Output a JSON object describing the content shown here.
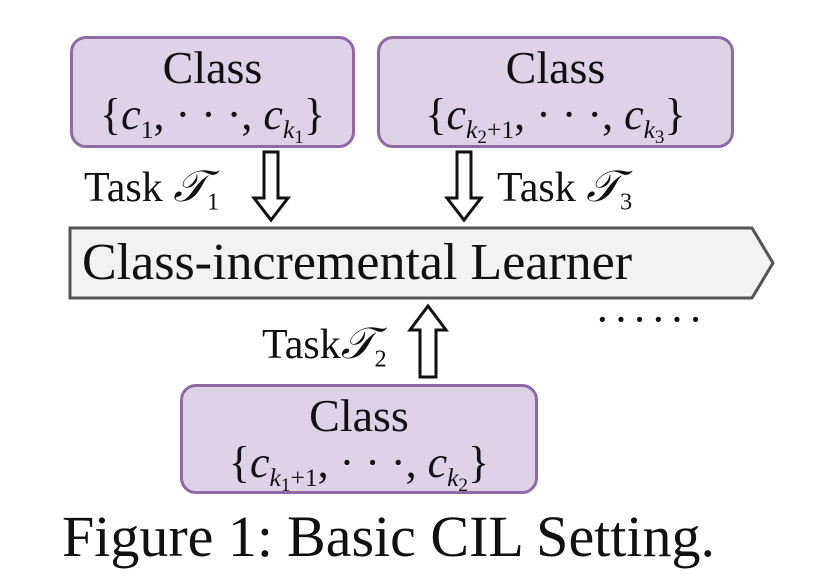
{
  "classes": [
    {
      "title": "Class",
      "from": "c",
      "from_sub": "1",
      "from_subsub": "",
      "from_plus": "",
      "dots": "· · ·",
      "to": "c",
      "to_sub": "k",
      "to_subsub": "1"
    },
    {
      "title": "Class",
      "from": "c",
      "from_sub": "k",
      "from_subsub": "2",
      "from_plus": "+1",
      "dots": "· · ·",
      "to": "c",
      "to_sub": "k",
      "to_subsub": "3"
    },
    {
      "title": "Class",
      "from": "c",
      "from_sub": "k",
      "from_subsub": "1",
      "from_plus": "+1",
      "dots": "· · ·",
      "to": "c",
      "to_sub": "k",
      "to_subsub": "2"
    }
  ],
  "tasks": [
    {
      "label": "Task",
      "symbol": "𝒯",
      "index": "1"
    },
    {
      "label": "Task",
      "symbol": "𝒯",
      "index": "3"
    },
    {
      "label": "Task",
      "symbol": "𝒯",
      "index": "2"
    }
  ],
  "learner": {
    "label": "Class-incremental Learner"
  },
  "ellipsis": "······",
  "caption": {
    "label": "Figure 1:",
    "text": "Basic CIL Setting."
  }
}
